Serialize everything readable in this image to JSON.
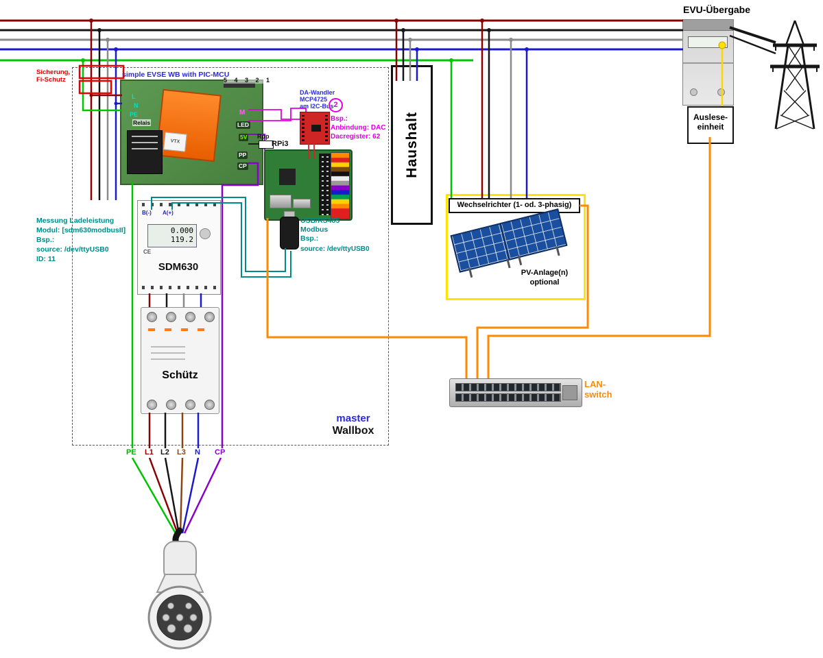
{
  "colors": {
    "phase_l1": "#8b0000",
    "phase_l2": "#161616",
    "phase_l3_bus": "#8a8a8a",
    "phase_l3_tail": "#8b4513",
    "neutral": "#1a1acc",
    "pe_green": "#00c400",
    "cp_purple": "#8800cc",
    "lan_orange": "#ff8a00",
    "meter_yellow": "#ffe000",
    "modbus_teal": "#008b8b",
    "note_magenta": "#e000e0",
    "note_blue": "#2a2ae0",
    "warn_red": "#e80000",
    "pv_frame_yellow": "#ffe400"
  },
  "top": {
    "evu_label": "EVU-Übergabe",
    "auslese1": "Auslese-",
    "auslese2": "einheit",
    "haushalt": "Haushalt"
  },
  "pv": {
    "wr_label": "Wechselrichter (1- od. 3-phasig)",
    "line1": "PV-Anlage(n)",
    "line2": "optional"
  },
  "lan": {
    "line1": "LAN-",
    "line2": "switch"
  },
  "wallbox": {
    "sich1": "Sicherung,",
    "sich2": "Fi-Schutz",
    "evse_title": "simple EVSE WB with PIC-MCU",
    "pin_row": "5 4 3 2 1",
    "pin_l": "L",
    "pin_n": "N",
    "pin_pe": "PE",
    "relais": "Relais",
    "pin_m": "M",
    "pin_led": "LED",
    "pin_5v": "5V",
    "pin_pp": "PP",
    "pin_cp": "CP",
    "rpp": "Rpp",
    "vtx": "VTX",
    "rpi": "RPi3",
    "da1": "DA-Wandler",
    "da2": "MCP4725",
    "da3": "am I2C-Bus",
    "da_badge": "2",
    "bsp1": "Bsp.:",
    "bsp2": "Anbindung: DAC",
    "bsp3": "Dacregister: 62",
    "usb1": "USB/RS485",
    "usb2": "Modbus",
    "usb3": "Bsp.:",
    "usb4": "source: /dev/ttyUSB0",
    "mess1": "Messung Ladeleistung",
    "mess2": "Modul: [sdm630modbusII]",
    "mess3": "Bsp.:",
    "mess4": "source: /dev/ttyUSB0",
    "mess5": "ID: 11",
    "sdm_b": "B(-)",
    "sdm_a": "A(+)",
    "sdm_d1": "0.000",
    "sdm_d2": "119.2",
    "sdm_name": "SDM630",
    "sdm_ce": "CE",
    "schuetz": "Schütz",
    "master": "master",
    "wallbox": "Wallbox"
  },
  "wire_labels": {
    "pe": "PE",
    "l1": "L1",
    "l2": "L2",
    "l3": "L3",
    "n": "N",
    "cp": "CP"
  }
}
